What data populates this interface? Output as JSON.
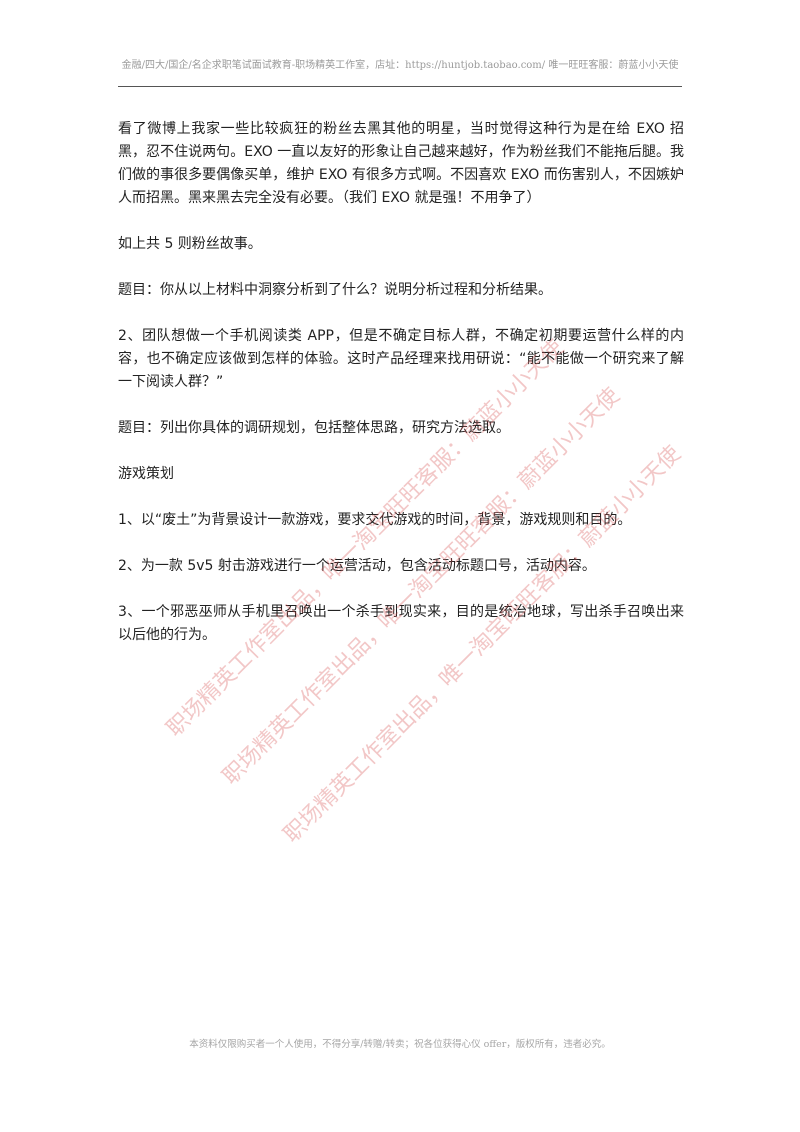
{
  "header": {
    "text": "金融/四大/国企/名企求职笔试面试教育-职场精英工作室，店址：https://huntjob.taobao.com/ 唯一旺旺客服：蔚蓝小小天使"
  },
  "body": {
    "p1": "看了微博上我家一些比较疯狂的粉丝去黑其他的明星，当时觉得这种行为是在给 EXO 招黑，忍不住说两句。EXO 一直以友好的形象让自己越来越好，作为粉丝我们不能拖后腿。我们做的事很多要偶像买单，维护 EXO 有很多方式啊。不因喜欢 EXO 而伤害别人，不因嫉妒人而招黑。黑来黑去完全没有必要。（我们 EXO 就是强！不用争了）",
    "p2": "如上共 5 则粉丝故事。",
    "p3": "题目：你从以上材料中洞察分析到了什么？说明分析过程和分析结果。",
    "p4": "2、团队想做一个手机阅读类 APP，但是不确定目标人群，不确定初期要运营什么样的内容，也不确定应该做到怎样的体验。这时产品经理来找用研说：“能不能做一个研究来了解一下阅读人群？”",
    "p5": "题目：列出你具体的调研规划，包括整体思路，研究方法选取。",
    "p6": "游戏策划",
    "p7": "1、以“废土”为背景设计一款游戏，要求交代游戏的时间，背景，游戏规则和目的。",
    "p8": "2、为一款 5v5 射击游戏进行一个运营活动，包含活动标题口号，活动内容。",
    "p9": "3、一个邪恶巫师从手机里召唤出一个杀手到现实来，目的是统治地球，写出杀手召唤出来以后他的行为。"
  },
  "watermark": {
    "line1": "职场精英工作室出品，唯一淘宝旺旺客服：蔚蓝小小天使",
    "line2": "职场精英工作室出品，唯一淘宝旺旺客服：蔚蓝小小天使",
    "line3": "职场精英工作室出品，唯一淘宝旺旺客服：蔚蓝小小天使"
  },
  "footer": {
    "text": "本资料仅限购买者一个人使用，不得分享/转赠/转卖；祝各位获得心仪 offer，版权所有，违者必究。"
  }
}
